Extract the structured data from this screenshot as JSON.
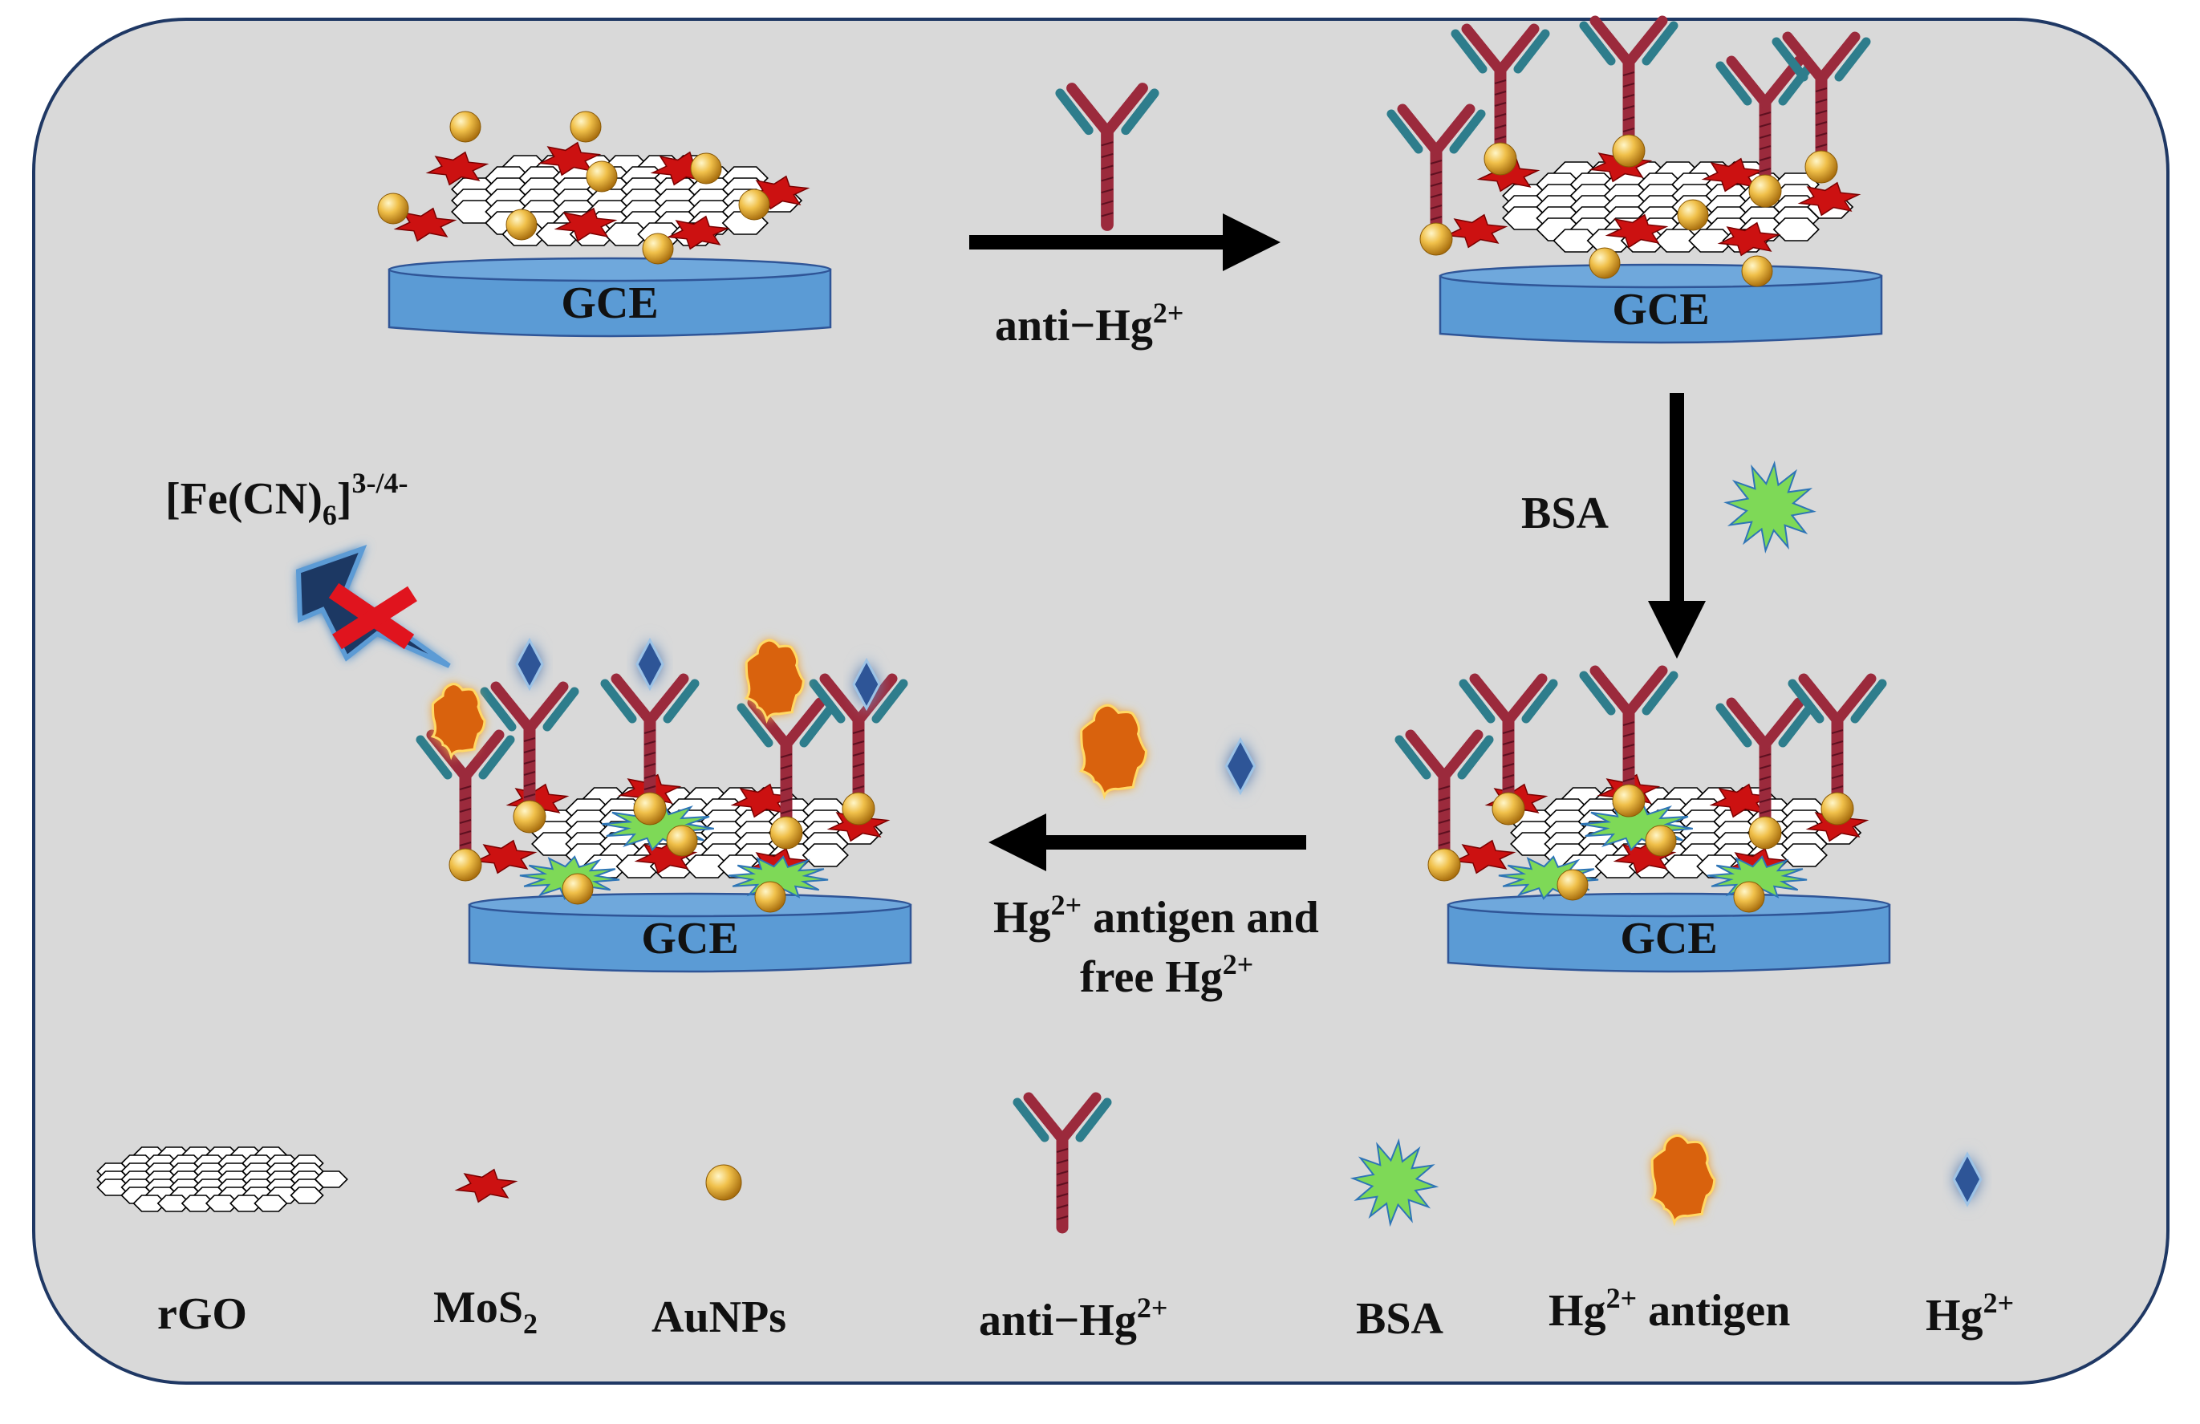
{
  "electrode_label": "GCE",
  "steps": {
    "step1_reagent": {
      "text": "anti−Hg",
      "sup": "2+"
    },
    "step2_reagent": {
      "text": "BSA"
    },
    "step3_reagent": {
      "line1": "Hg",
      "line1_sup": "2+",
      "line1_rest": " antigen and",
      "line2": "free Hg",
      "line2_sup": "2+"
    }
  },
  "redox_probe": {
    "text": "[Fe(CN)",
    "sub": "6",
    "close": "]",
    "sup": "3-/4-"
  },
  "legend": [
    {
      "key": "rgo",
      "text": "rGO"
    },
    {
      "key": "mos2",
      "text": "MoS",
      "sub": "2"
    },
    {
      "key": "aunps",
      "text": "AuNPs"
    },
    {
      "key": "anti",
      "text": "anti−Hg",
      "sup": "2+"
    },
    {
      "key": "bsa",
      "text": "BSA"
    },
    {
      "key": "antigen",
      "text": "Hg",
      "sup": "2+",
      "rest": " antigen"
    },
    {
      "key": "hg",
      "text": "Hg",
      "sup": "2+"
    }
  ],
  "colors": {
    "panel_fill": "#d9d9d9",
    "panel_stroke": "#1f3864",
    "electrode": "#5b9bd5",
    "mos2": "#cc1111",
    "gold": "#e8b23a",
    "antibody_stem": "#9b2a3c",
    "antibody_arm": "#2e7d8c",
    "bsa": "#7ed957",
    "antigen": "#d9620d",
    "hg_ion": "#2f5597",
    "arrow": "#000000"
  }
}
